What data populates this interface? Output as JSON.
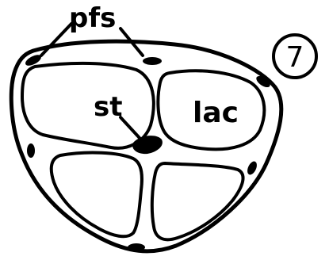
{
  "figure": {
    "number_label": "7",
    "labels": {
      "pfs": "pfs",
      "st": "st",
      "lac": "lac"
    },
    "colors": {
      "ink": "#000000",
      "background": "#ffffff"
    }
  }
}
